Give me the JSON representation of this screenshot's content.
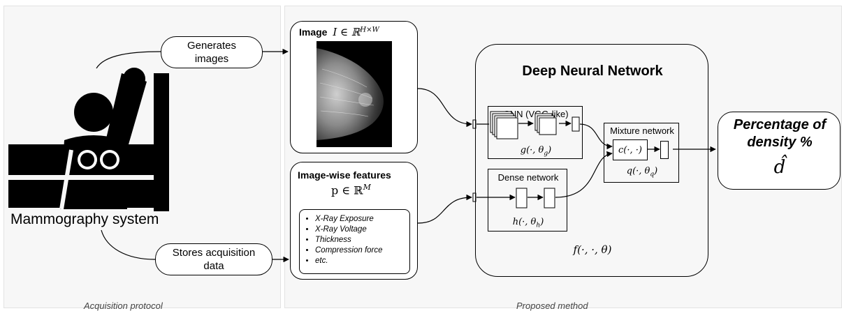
{
  "left_panel": {
    "caption": "Acquisition protocol",
    "system_label": "Mammography system",
    "generates_label": "Generates images",
    "stores_label": "Stores acquisition data"
  },
  "right_panel": {
    "caption": "Proposed method",
    "image_box": {
      "title": "Image",
      "math": "I ∈ ℝ",
      "sup": "H×W"
    },
    "features_box": {
      "title": "Image-wise features",
      "math": "p ∈ ℝ",
      "sup": "M",
      "items": [
        "X-Ray Exposure",
        "X-Ray Voltage",
        "Thickness",
        "Compression force",
        "etc."
      ]
    },
    "dnn": {
      "title": "Deep Neural Network",
      "cnn_label": "CNN (VGG-like)",
      "cnn_func": "g(·, θ",
      "cnn_sub": "g",
      "dense_label": "Dense network",
      "dense_func": "h(·, θ",
      "dense_sub": "h",
      "mixture_label": "Mixture network",
      "mixture_inner": "c(·, ·)",
      "mixture_func": "q(·, θ",
      "mixture_sub": "q",
      "overall_func": "f(·, ·, θ)"
    },
    "output": {
      "title": "Percentage of density %",
      "symbol": "d̂"
    }
  },
  "colors": {
    "panel_bg": "#f7f7f7",
    "line": "#000000"
  }
}
